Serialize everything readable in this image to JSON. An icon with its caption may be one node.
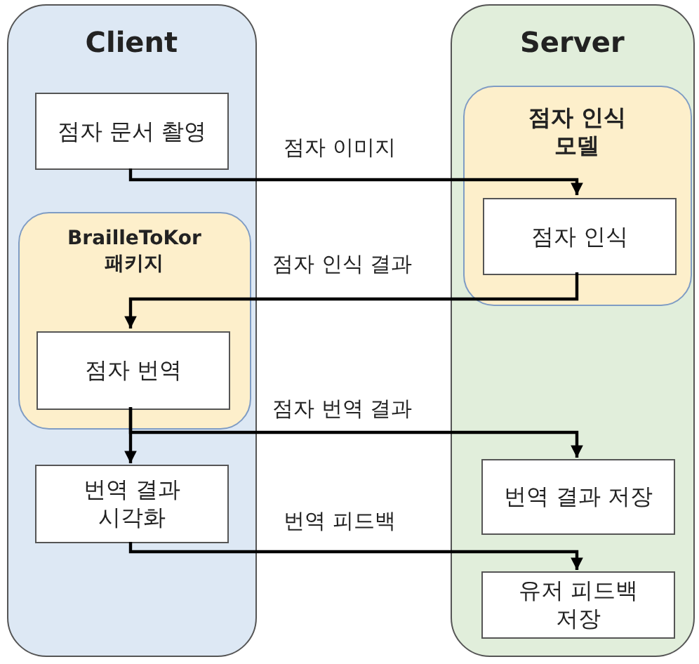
{
  "diagram": {
    "nodes": [
      {
        "text": [
          "Client"
        ]
      },
      {
        "text": [
          "점자 문서 촬영"
        ],
        "in": 0
      },
      {
        "text": [
          "BrailleToKor 패키지"
        ],
        "in": 0
      },
      {
        "text": [
          "점자 번역"
        ],
        "in": 2
      },
      {
        "text": [
          "번역 결과 시각화"
        ],
        "in": 0
      },
      {
        "text": [
          "Server"
        ]
      },
      {
        "text": [
          "점자 인식 모델"
        ],
        "in": 5
      },
      {
        "text": [
          "점자 인식"
        ],
        "in": 6
      },
      {
        "text": [
          "번역 결과 저장"
        ],
        "in": 5
      },
      {
        "text": [
          "유저 피드백 저장"
        ],
        "in": 5
      }
    ],
    "edges": [
      {
        "from": 1,
        "to": 7,
        "arrow": "to",
        "label": "점자 이미지"
      },
      {
        "from": 7,
        "to": 3,
        "arrow": "to",
        "label": "점자 인식 결과"
      },
      {
        "from": 3,
        "to": 4,
        "arrow": "to"
      },
      {
        "from": 3,
        "to": 8,
        "arrow": "to",
        "label": "점자 번역 결과"
      },
      {
        "from": 4,
        "to": 9,
        "arrow": "to",
        "label": "번역 피드백"
      }
    ]
  }
}
